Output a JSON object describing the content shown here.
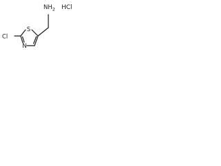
{
  "molecule": {
    "atoms": {
      "sulfur": "S",
      "nitrogen_ring": "N",
      "chlorine": "Cl",
      "amine": "NH",
      "amine_subscript": "2"
    },
    "salt": "HCl"
  }
}
